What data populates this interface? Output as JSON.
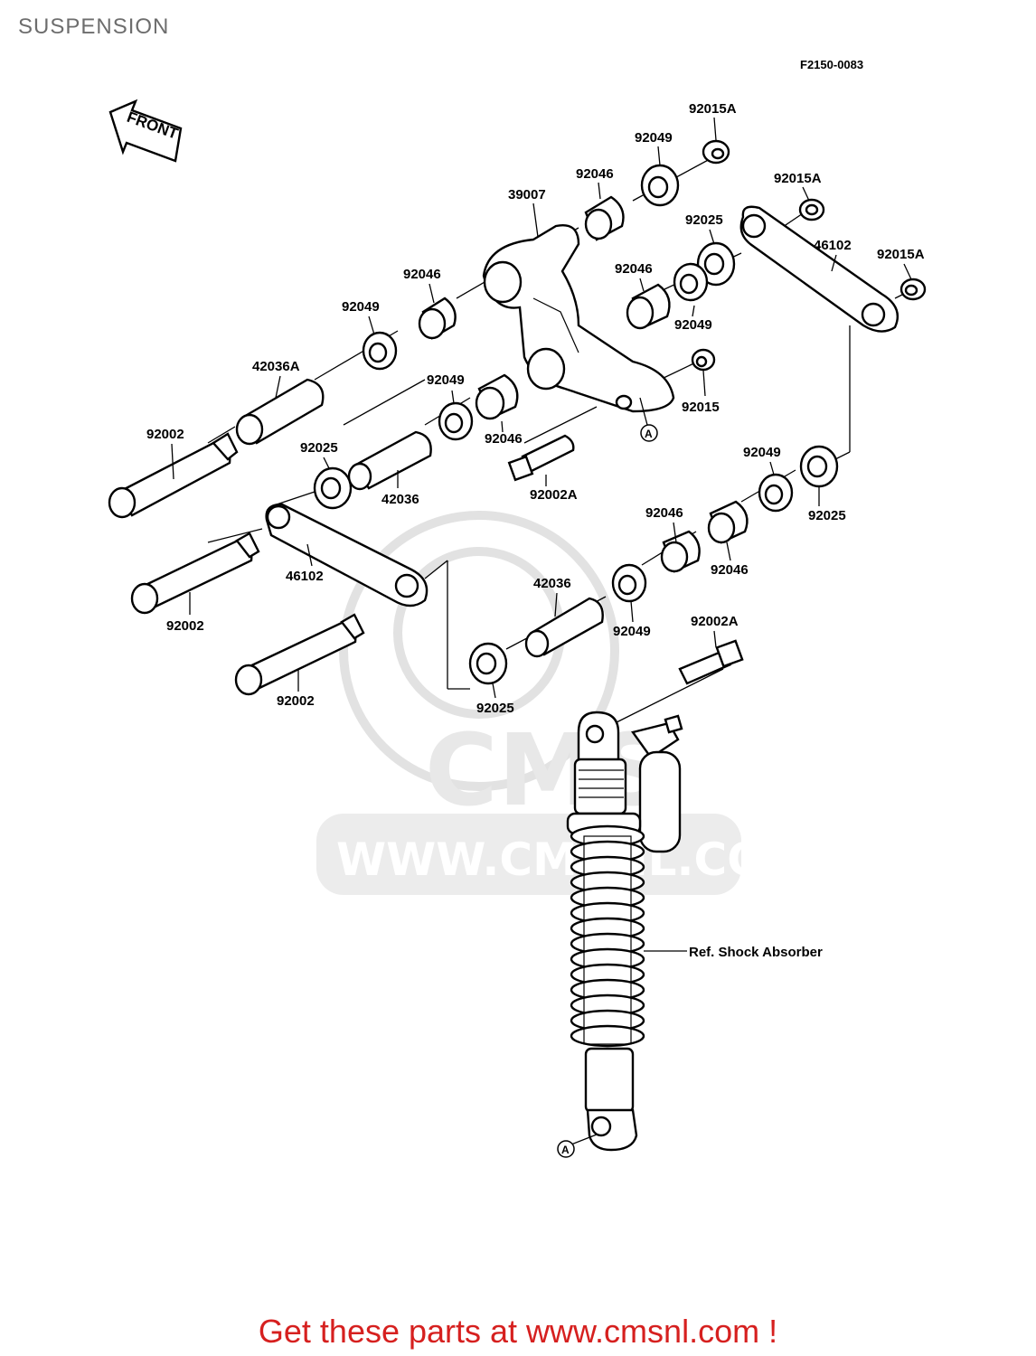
{
  "page": {
    "title": "SUSPENSION",
    "diagram_code": "F2150-0083"
  },
  "front_label": "FRONT",
  "labels": {
    "l_92015A_a": "92015A",
    "l_92049_a": "92049",
    "l_92046_a": "92046",
    "l_39007": "39007",
    "l_92015A_b": "92015A",
    "l_92025_a": "92025",
    "l_46102_a": "46102",
    "l_92015A_c": "92015A",
    "l_92046_b": "92046",
    "l_92049_b": "92049",
    "l_92046_c": "92046",
    "l_92049_c": "92049",
    "l_42036A": "42036A",
    "l_92049_d": "92049",
    "l_92015": "92015",
    "l_92046_d": "92046",
    "l_92002_a": "92002",
    "l_92025_b": "92025",
    "l_42036_a": "42036",
    "l_92002A_a": "92002A",
    "l_92049_e": "92049",
    "l_92025_c": "92025",
    "l_92046_e": "92046",
    "l_92046_f": "92046",
    "l_46102_b": "46102",
    "l_92002_b": "92002",
    "l_42036_b": "42036",
    "l_92049_f": "92049",
    "l_92002A_b": "92002A",
    "l_92002_c": "92002",
    "l_92025_d": "92025",
    "l_ref_shock": "Ref. Shock Absorber"
  },
  "markers": {
    "a_top": "A",
    "a_bottom": "A"
  },
  "watermark": {
    "text": "WWW.CMSNL.COM",
    "logo": "CMS"
  },
  "footer": {
    "text": "Get these parts at www.cmsnl.com !"
  },
  "colors": {
    "footer": "#d6201f",
    "title": "#6d6d6d",
    "watermark": "#e6e6e6"
  }
}
